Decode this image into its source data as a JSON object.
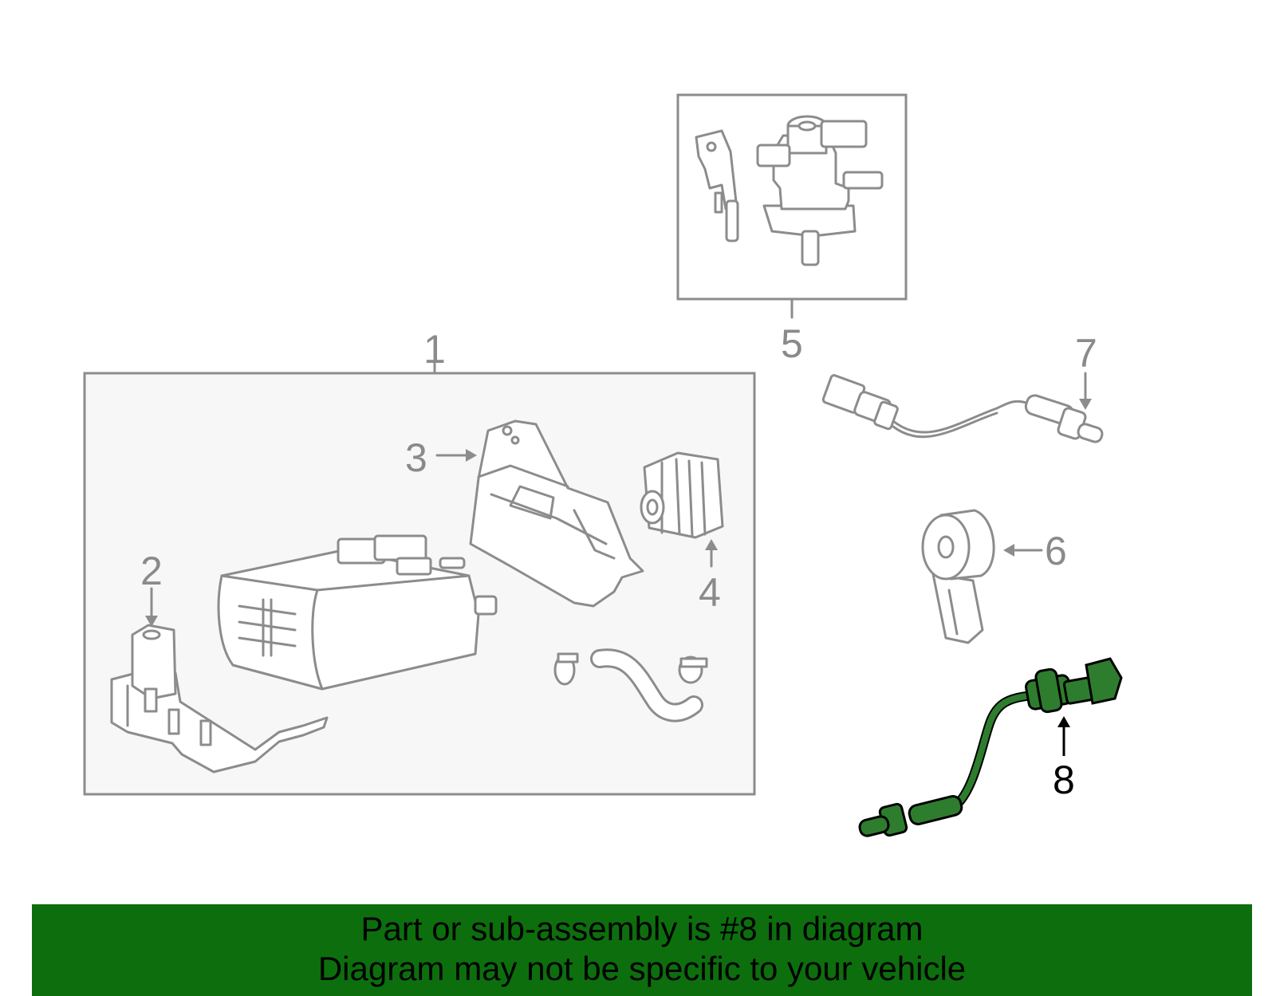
{
  "diagram": {
    "callouts": [
      {
        "id": "1",
        "label": "1"
      },
      {
        "id": "2",
        "label": "2"
      },
      {
        "id": "3",
        "label": "3"
      },
      {
        "id": "4",
        "label": "4"
      },
      {
        "id": "5",
        "label": "5"
      },
      {
        "id": "6",
        "label": "6"
      },
      {
        "id": "7",
        "label": "7"
      },
      {
        "id": "8",
        "label": "8"
      }
    ],
    "highlighted_callout": "8"
  },
  "banner": {
    "line1": "Part or sub-assembly is #8 in diagram",
    "line2": "Diagram may not be specific to your vehicle"
  },
  "colors": {
    "highlight_part": "#2e7d2e",
    "banner_bg": "#0d6e0d",
    "line_gray": "#8c8c8c",
    "group_box_fill": "#f7f7f7"
  }
}
